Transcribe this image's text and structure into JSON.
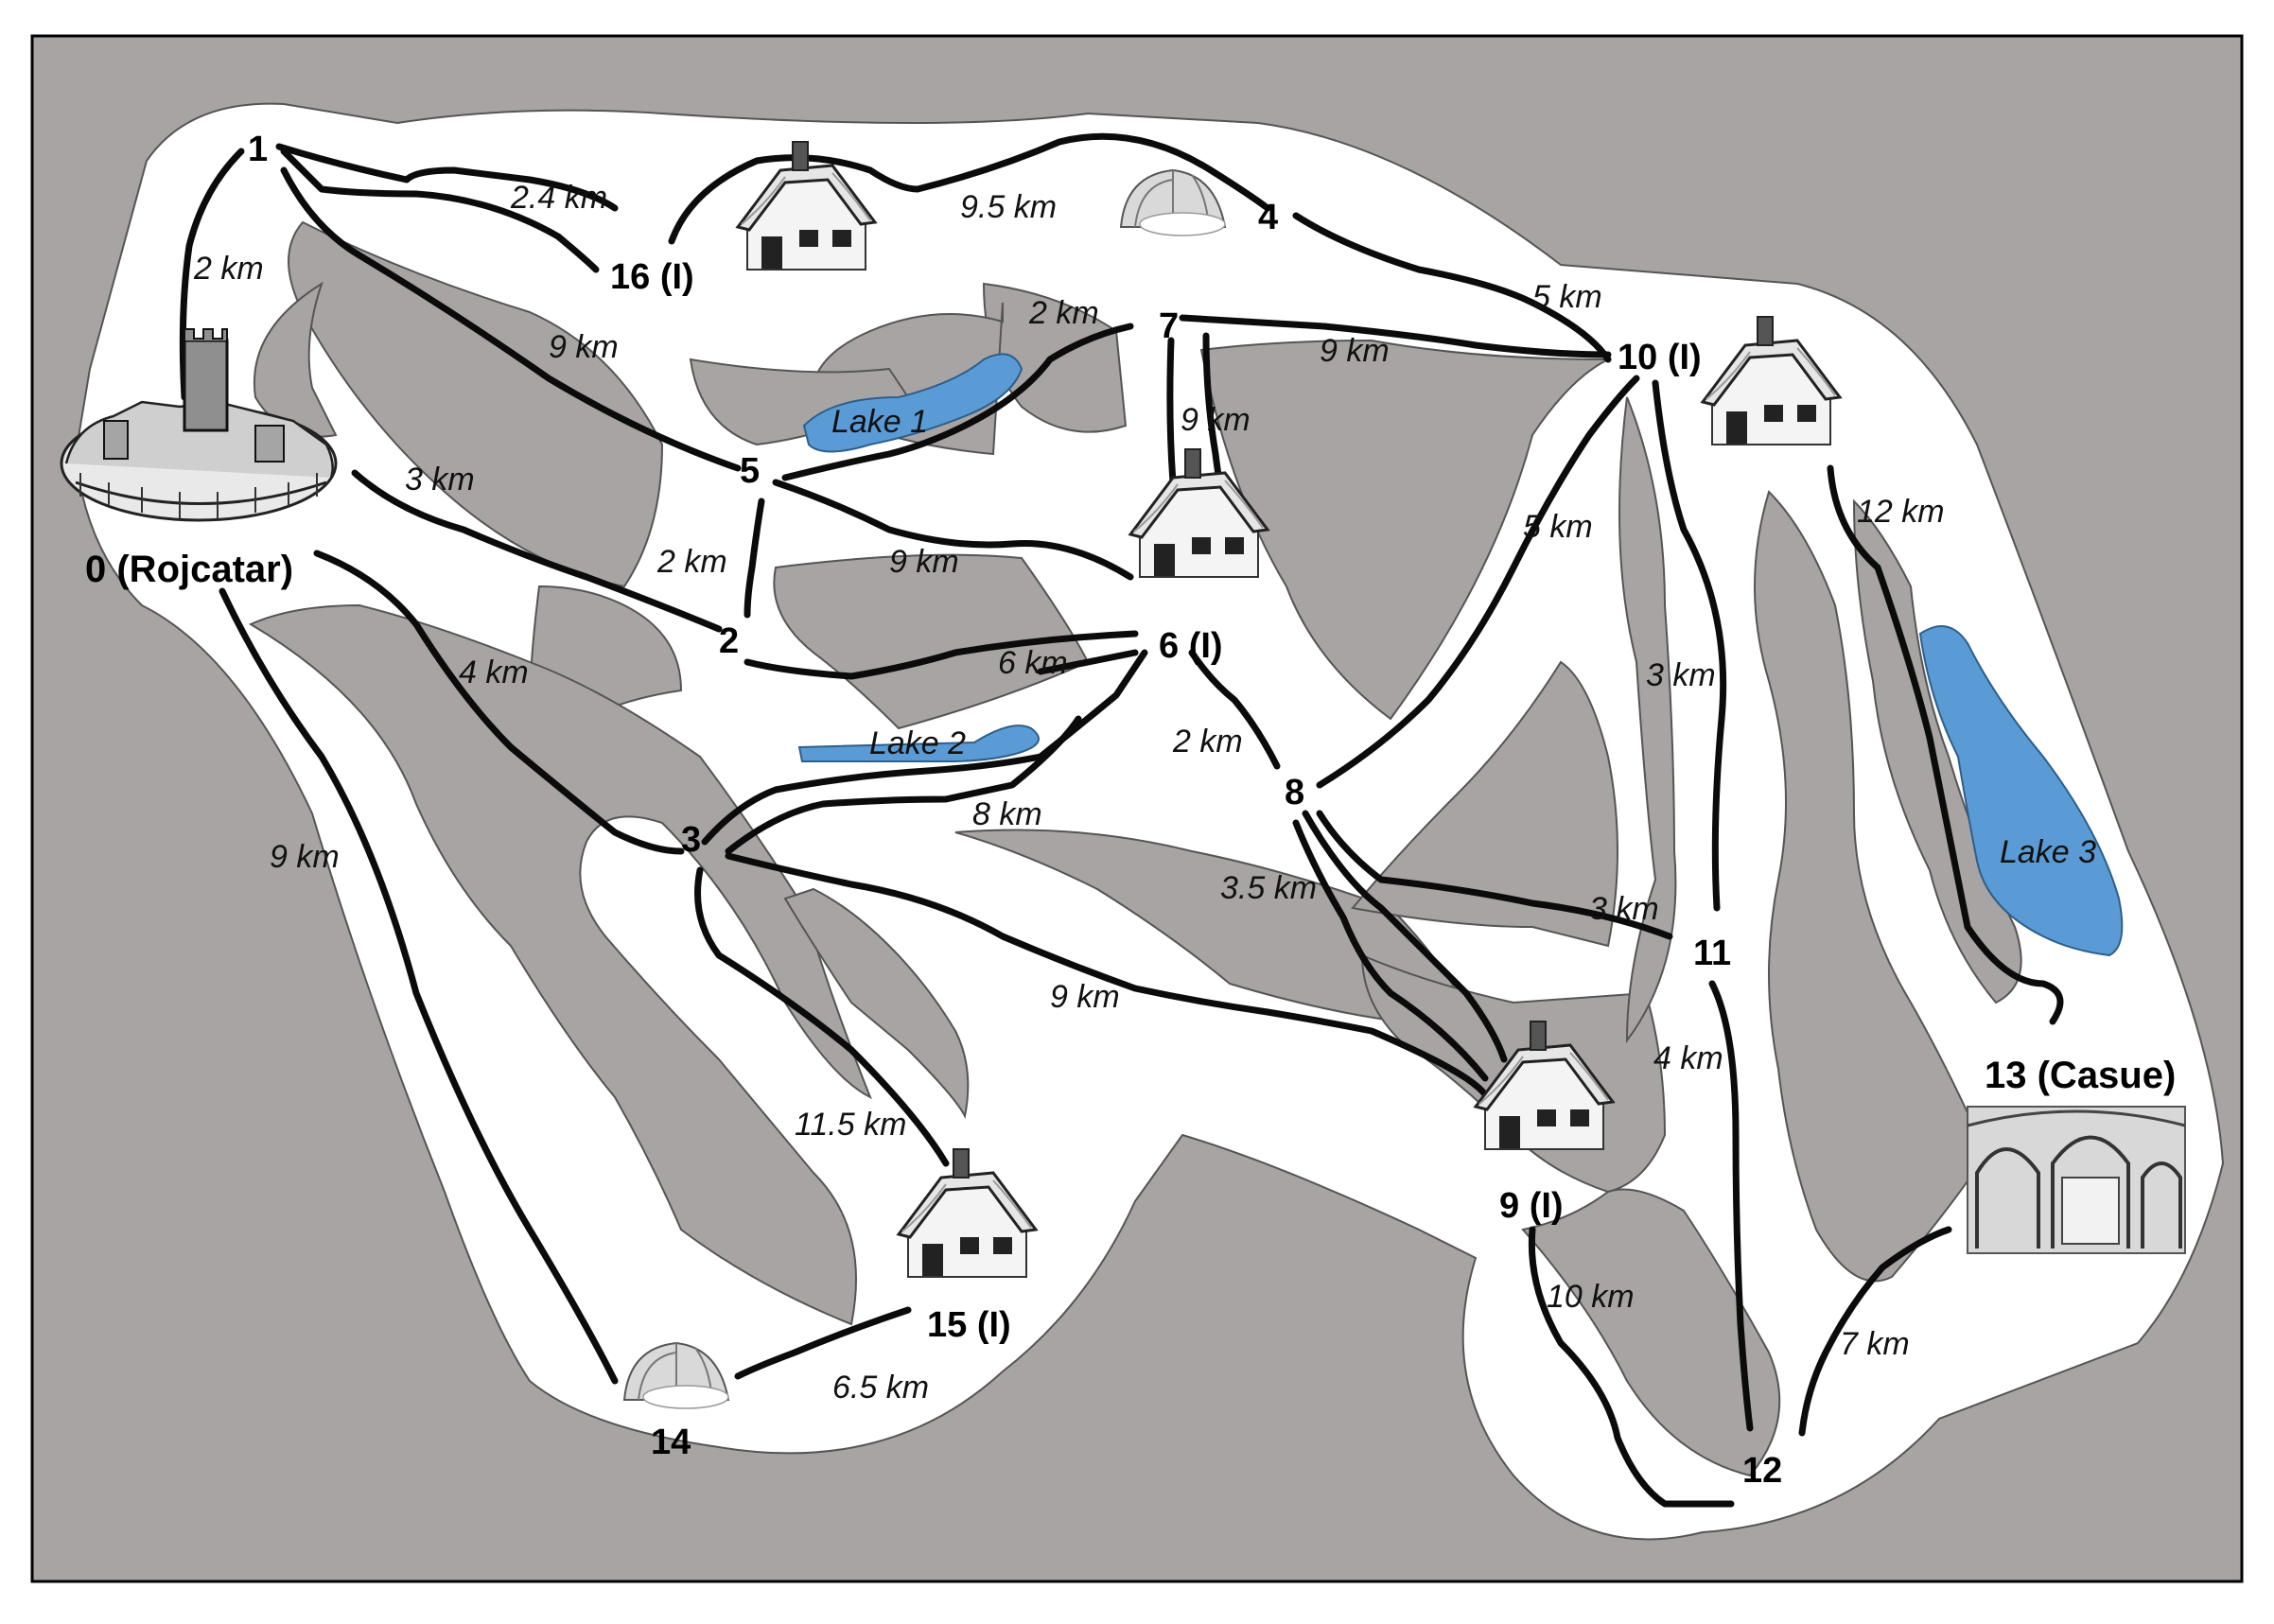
{
  "nodes": [
    {
      "id": "0",
      "label": "0 (Rojcatar)"
    },
    {
      "id": "1",
      "label": "1"
    },
    {
      "id": "2",
      "label": "2"
    },
    {
      "id": "3",
      "label": "3"
    },
    {
      "id": "4",
      "label": "4"
    },
    {
      "id": "5",
      "label": "5"
    },
    {
      "id": "6",
      "label": "6 (I)"
    },
    {
      "id": "7",
      "label": "7"
    },
    {
      "id": "8",
      "label": "8"
    },
    {
      "id": "9",
      "label": "9 (I)"
    },
    {
      "id": "10",
      "label": "10 (I)"
    },
    {
      "id": "11",
      "label": "11"
    },
    {
      "id": "12",
      "label": "12"
    },
    {
      "id": "13",
      "label": "13 (Casue)"
    },
    {
      "id": "14",
      "label": "14"
    },
    {
      "id": "15",
      "label": "15 (I)"
    },
    {
      "id": "16",
      "label": "16 (I)"
    }
  ],
  "edges": [
    {
      "from": "0",
      "to": "1",
      "label": "2 km"
    },
    {
      "from": "1",
      "to": "16",
      "label": "2.4 km"
    },
    {
      "from": "1",
      "to": "4",
      "label": "9.5 km"
    },
    {
      "from": "1",
      "to": "5",
      "label": "9 km"
    },
    {
      "from": "4",
      "to": "10",
      "label": "5 km"
    },
    {
      "from": "0",
      "to": "2",
      "label": "3 km"
    },
    {
      "from": "0",
      "to": "3",
      "label": "4 km"
    },
    {
      "from": "0",
      "to": "14",
      "label": "9 km"
    },
    {
      "from": "5",
      "to": "7",
      "label": "2 km"
    },
    {
      "from": "5",
      "to": "2",
      "label": "2 km"
    },
    {
      "from": "5",
      "to": "6",
      "label": "9 km"
    },
    {
      "from": "7",
      "to": "10",
      "label": "9 km"
    },
    {
      "from": "7",
      "to": "6",
      "label": "9 km"
    },
    {
      "from": "2",
      "to": "6",
      "label": "6 km"
    },
    {
      "from": "3",
      "to": "6",
      "label": "8 km"
    },
    {
      "from": "6",
      "to": "8",
      "label": "2 km"
    },
    {
      "from": "8",
      "to": "10",
      "label": "5 km"
    },
    {
      "from": "8",
      "to": "11",
      "label": "3 km"
    },
    {
      "from": "8",
      "to": "9",
      "label": "3.5 km"
    },
    {
      "from": "10",
      "to": "11",
      "label": "3 km"
    },
    {
      "from": "10",
      "to": "13",
      "label": "12 km"
    },
    {
      "from": "3",
      "to": "9",
      "label": "9 km"
    },
    {
      "from": "3",
      "to": "15",
      "label": "11.5 km"
    },
    {
      "from": "15",
      "to": "14",
      "label": "6.5 km"
    },
    {
      "from": "11",
      "to": "12",
      "label": "4 km"
    },
    {
      "from": "9",
      "to": "12",
      "label": "10 km"
    },
    {
      "from": "12",
      "to": "13",
      "label": "7 km"
    }
  ],
  "lakes": [
    {
      "label": "Lake 1"
    },
    {
      "label": "Lake 2"
    },
    {
      "label": "Lake 3"
    }
  ],
  "colors": {
    "background": "#a8a4a3",
    "snow": "#ffffff",
    "road": "#0b0b0b",
    "lake": "#5b9bd5",
    "frame": "#000000"
  },
  "icons": {
    "castle": "castle-icon",
    "inn": "snowy-cottage-icon",
    "shelter": "tent-shelter-icon",
    "cave": "cave-arches-icon"
  }
}
